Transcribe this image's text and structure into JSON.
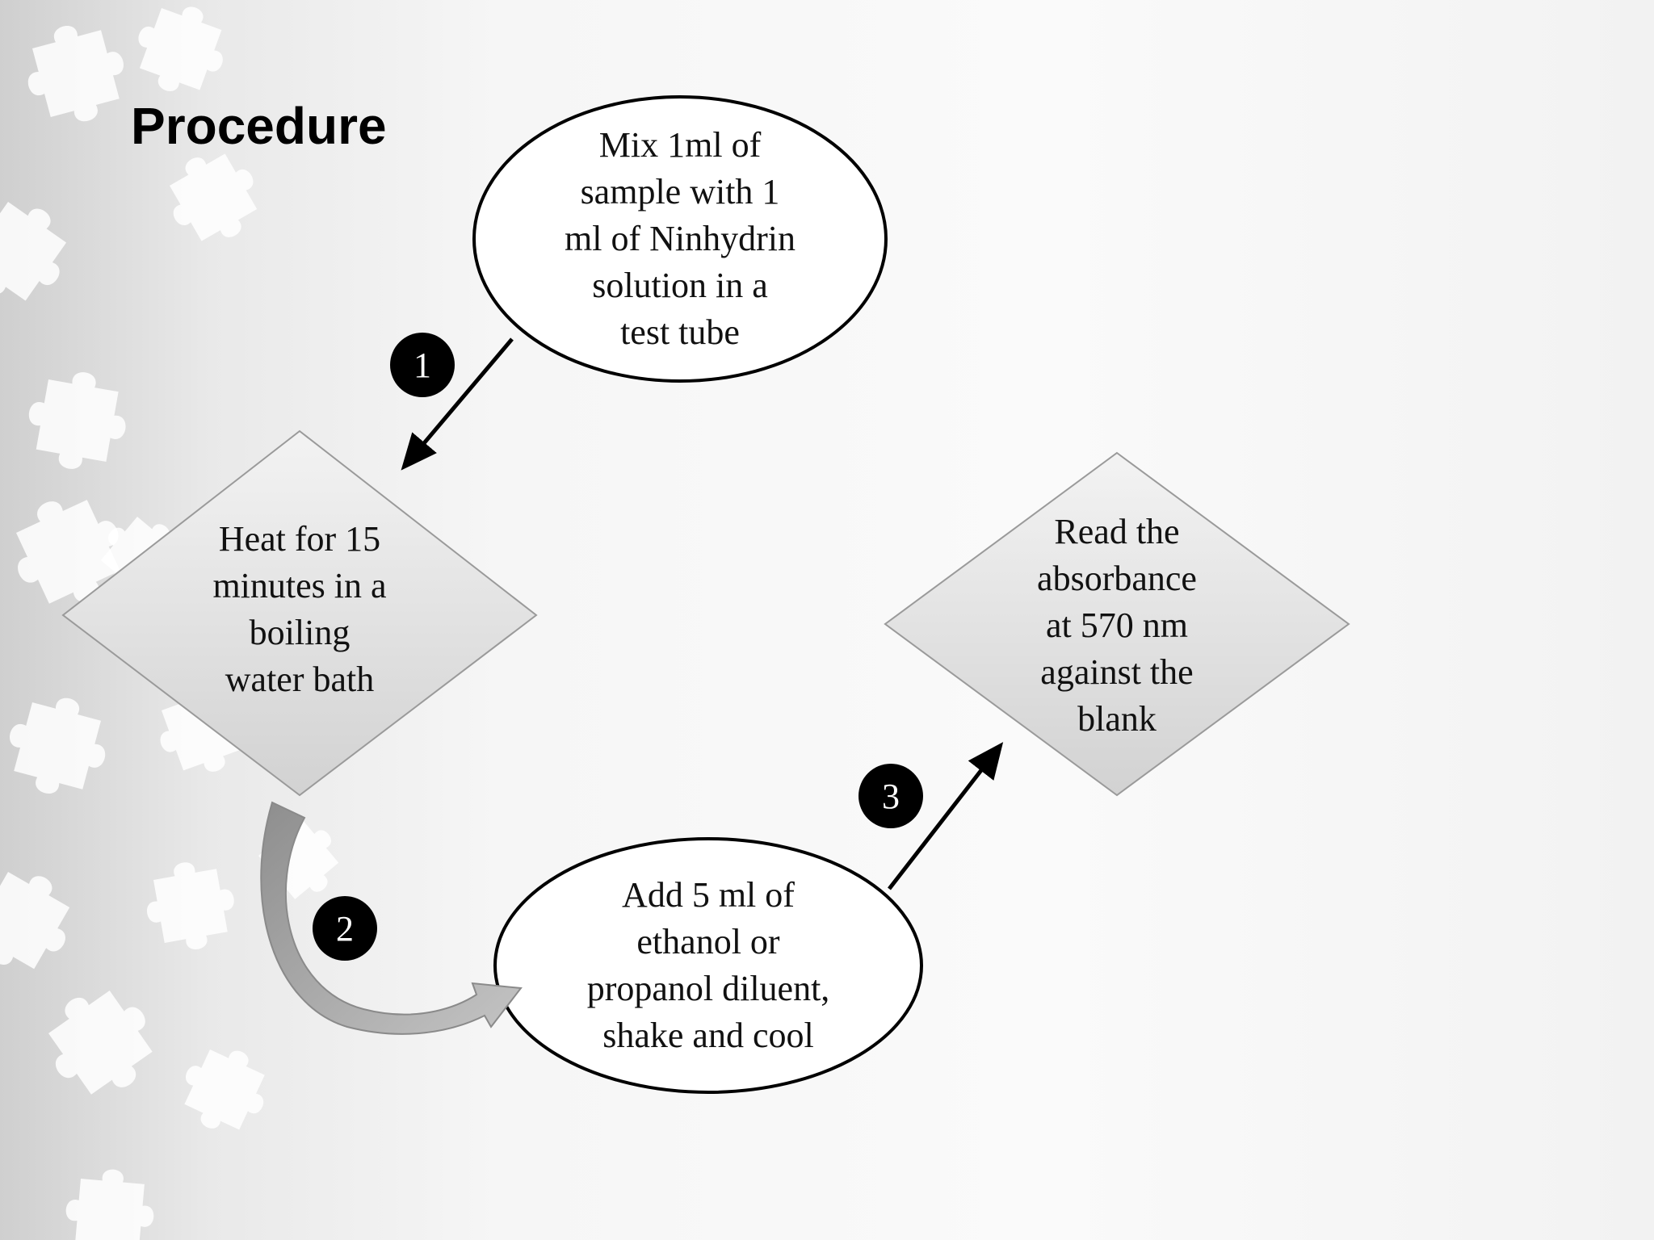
{
  "slide": {
    "title": "Procedure"
  },
  "steps": [
    {
      "id": "mix",
      "shape": "ellipse",
      "text": "Mix 1ml of\nsample with 1\nml of Ninhydrin\nsolution in a\ntest tube"
    },
    {
      "id": "heat",
      "shape": "diamond",
      "text": "Heat for 15\nminutes in a\nboiling\nwater bath"
    },
    {
      "id": "add",
      "shape": "ellipse",
      "text": "Add 5 ml of\nethanol or\npropanol diluent,\nshake and cool"
    },
    {
      "id": "read",
      "shape": "diamond",
      "text": "Read the\nabsorbance\nat 570 nm\nagainst the\nblank"
    }
  ],
  "step_numbers": [
    "1",
    "2",
    "3"
  ],
  "colors": {
    "outline": "#000000",
    "diamond_fill": "#dcdcdc",
    "badge_fill": "#000000",
    "curved_arrow": "#a8a8a8"
  }
}
